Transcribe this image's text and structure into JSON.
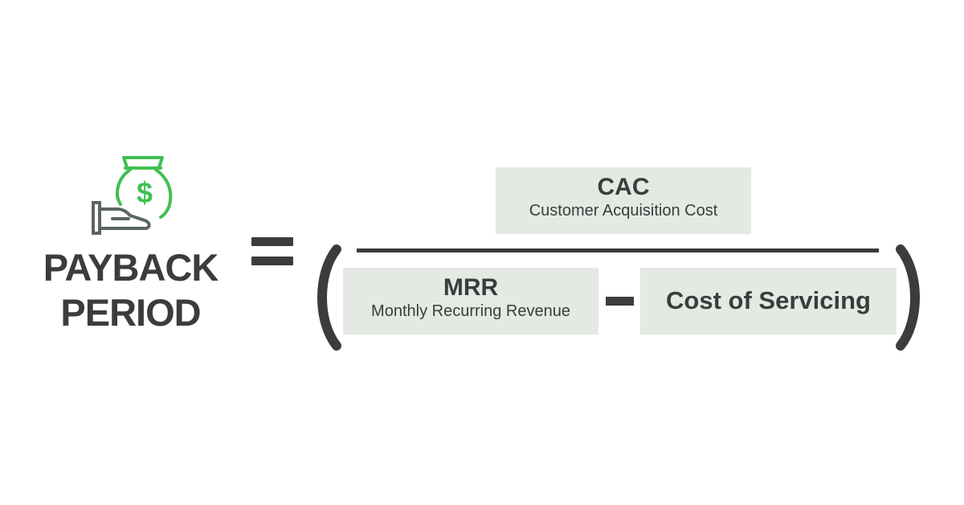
{
  "icon": {
    "name": "money-bag-hand-icon",
    "accent_color": "#3fc050",
    "hand_color": "#5b6563",
    "symbol": "$"
  },
  "title": {
    "line1": "PAYBACK",
    "line2": "PERIOD"
  },
  "formula": {
    "numerator": {
      "title": "CAC",
      "subtitle": "Customer Acquisition Cost"
    },
    "denominator": {
      "term1": {
        "title": "MRR",
        "subtitle": "Monthly Recurring Revenue"
      },
      "term2": {
        "title": "Cost of Servicing"
      }
    }
  },
  "colors": {
    "text": "#3b3d3c",
    "box_background": "#e4e9e3",
    "accent": "#3fc050"
  }
}
